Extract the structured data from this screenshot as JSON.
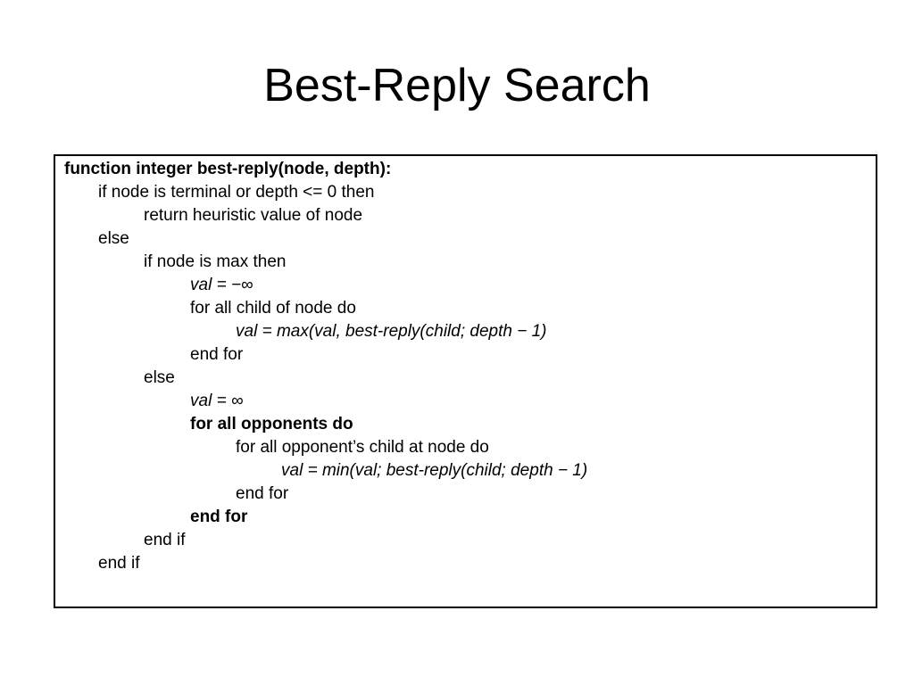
{
  "slide": {
    "title": "Best-Reply Search"
  },
  "code": {
    "lines": [
      {
        "text": "function integer best-reply(node, depth):",
        "indent": 0,
        "bold": true,
        "italic": false
      },
      {
        "text": "if node is terminal or depth <= 0 then",
        "indent": 1,
        "bold": false,
        "italic": false
      },
      {
        "text": "return heuristic value of node",
        "indent": 2,
        "bold": false,
        "italic": false
      },
      {
        "text": "else",
        "indent": 1,
        "bold": false,
        "italic": false
      },
      {
        "text": "if node is max then",
        "indent": 2,
        "bold": false,
        "italic": false
      },
      {
        "text": "val = −∞",
        "indent": 3,
        "bold": false,
        "italic": true
      },
      {
        "text": "for all child of node do",
        "indent": 3,
        "bold": false,
        "italic": false
      },
      {
        "text": "val = max(val, best-reply(child; depth − 1)",
        "indent": 4,
        "bold": false,
        "italic": true
      },
      {
        "text": "end for",
        "indent": 3,
        "bold": false,
        "italic": false
      },
      {
        "text": "else",
        "indent": 2,
        "bold": false,
        "italic": false
      },
      {
        "text": "val = ∞",
        "indent": 3,
        "bold": false,
        "italic": true
      },
      {
        "text": "for all opponents do",
        "indent": 3,
        "bold": true,
        "italic": false
      },
      {
        "text": "for all opponent’s child at node do",
        "indent": 4,
        "bold": false,
        "italic": false
      },
      {
        "text": "val = min(val; best-reply(child; depth − 1)",
        "indent": 5,
        "bold": false,
        "italic": true
      },
      {
        "text": "end for",
        "indent": 4,
        "bold": false,
        "italic": false
      },
      {
        "text": "end for",
        "indent": 3,
        "bold": true,
        "italic": false
      },
      {
        "text": "end if",
        "indent": 2,
        "bold": false,
        "italic": false
      },
      {
        "text": "end if",
        "indent": 1,
        "bold": false,
        "italic": false
      }
    ]
  }
}
